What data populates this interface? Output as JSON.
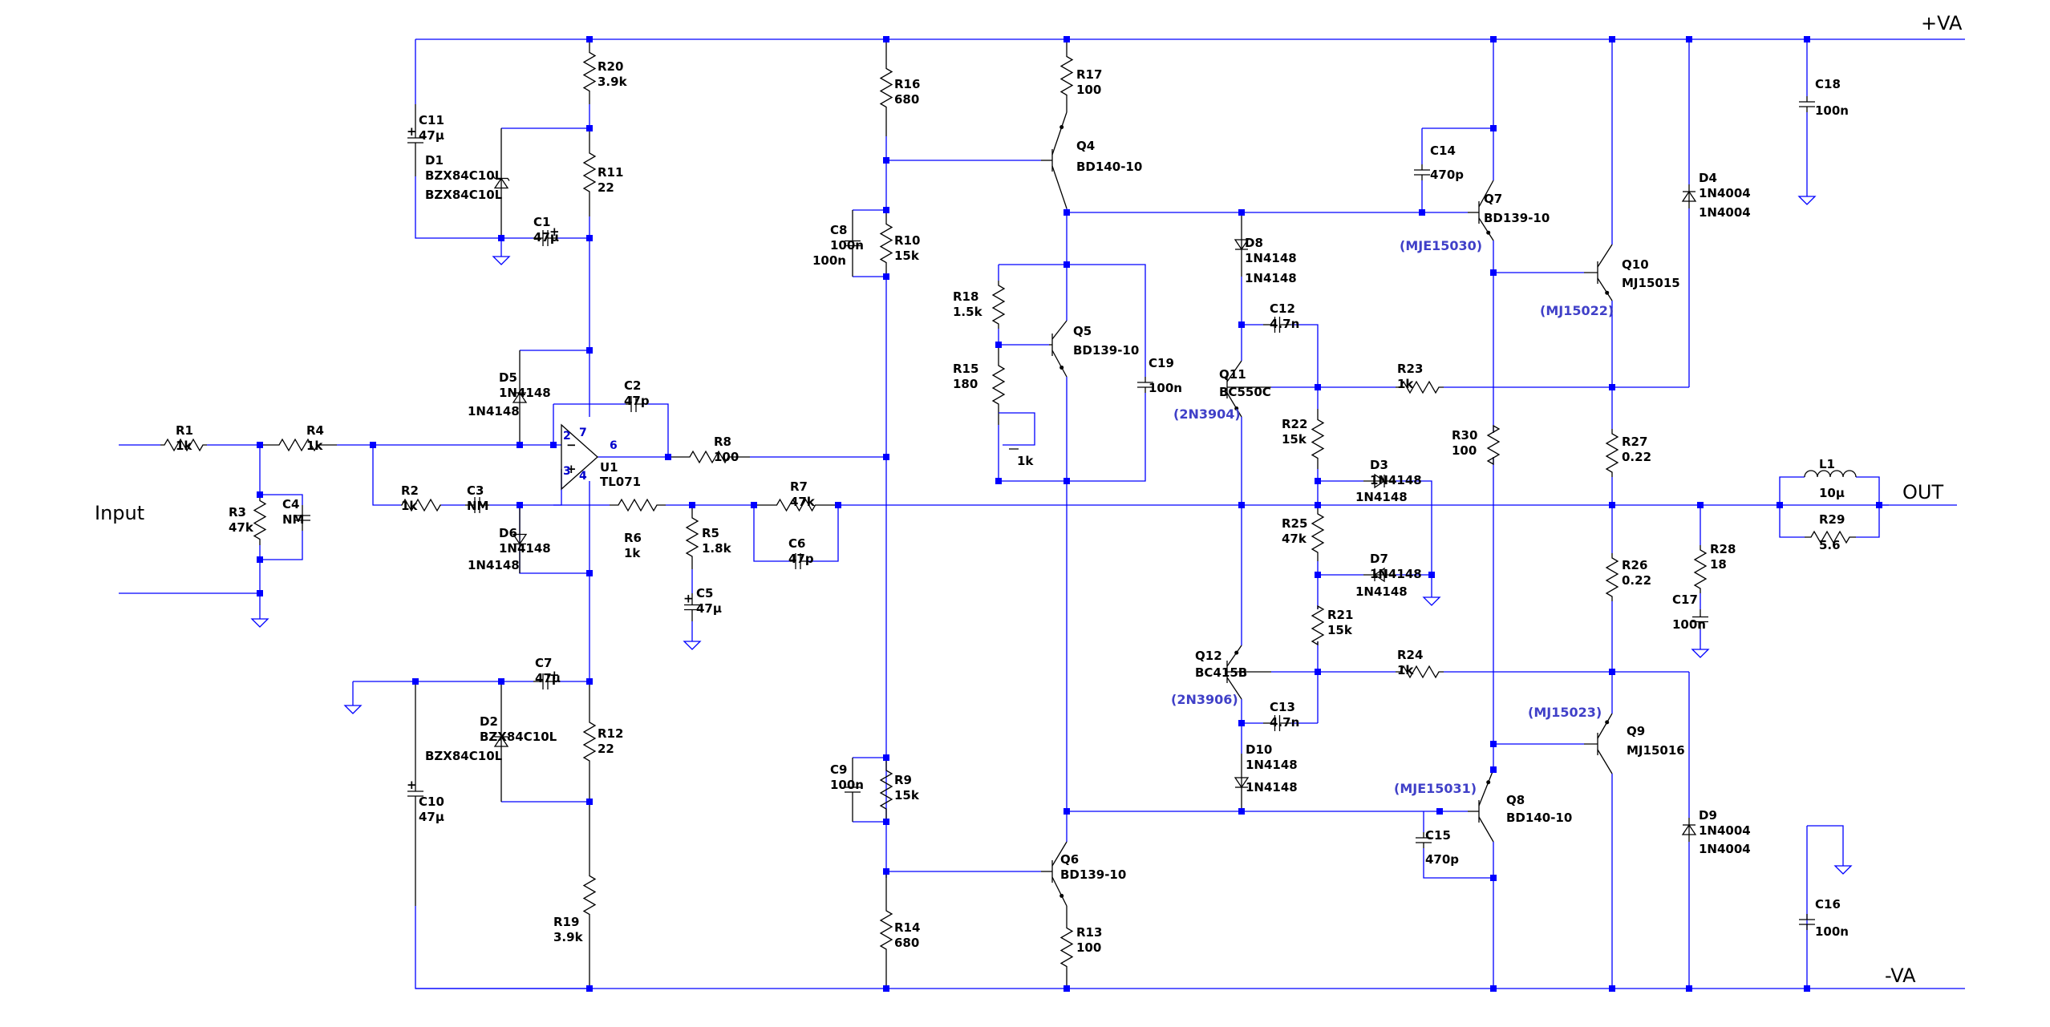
{
  "nets": {
    "vpos": "+VA",
    "vneg": "-VA",
    "input": "Input",
    "output": "OUT"
  },
  "components": [
    {
      "id": "R1",
      "ref": "R1",
      "val": "1k"
    },
    {
      "id": "R4",
      "ref": "R4",
      "val": "1k"
    },
    {
      "id": "R3",
      "ref": "R3",
      "val": "47k"
    },
    {
      "id": "C4",
      "ref": "C4",
      "val": "NM"
    },
    {
      "id": "R2",
      "ref": "R2",
      "val": "1k"
    },
    {
      "id": "C3",
      "ref": "C3",
      "val": "NM"
    },
    {
      "id": "C11",
      "ref": "C11",
      "val": "47µ"
    },
    {
      "id": "D1",
      "ref": "D1",
      "val": "BZX84C10L"
    },
    {
      "id": "C1",
      "ref": "C1",
      "val": "47µ"
    },
    {
      "id": "R20",
      "ref": "R20",
      "val": "3.9k"
    },
    {
      "id": "R11",
      "ref": "R11",
      "val": "22"
    },
    {
      "id": "D5",
      "ref": "D5",
      "val": "1N4148"
    },
    {
      "id": "D6",
      "ref": "D6",
      "val": "1N4148"
    },
    {
      "id": "C2",
      "ref": "C2",
      "val": "47p"
    },
    {
      "id": "U1",
      "ref": "U1",
      "val": "TL071"
    },
    {
      "id": "R8",
      "ref": "R8",
      "val": "100"
    },
    {
      "id": "R6",
      "ref": "R6",
      "val": "1k"
    },
    {
      "id": "R5",
      "ref": "R5",
      "val": "1.8k"
    },
    {
      "id": "C5",
      "ref": "C5",
      "val": "47µ"
    },
    {
      "id": "R7",
      "ref": "R7",
      "val": "47k"
    },
    {
      "id": "C6",
      "ref": "C6",
      "val": "47p"
    },
    {
      "id": "C7",
      "ref": "C7",
      "val": "47µ"
    },
    {
      "id": "D2",
      "ref": "D2",
      "val": "BZX84C10L"
    },
    {
      "id": "R12",
      "ref": "R12",
      "val": "22"
    },
    {
      "id": "C10",
      "ref": "C10",
      "val": "47µ"
    },
    {
      "id": "R19",
      "ref": "R19",
      "val": "3.9k"
    },
    {
      "id": "R16",
      "ref": "R16",
      "val": "680"
    },
    {
      "id": "C8",
      "ref": "C8",
      "val": "100n"
    },
    {
      "id": "R10",
      "ref": "R10",
      "val": "15k"
    },
    {
      "id": "C9",
      "ref": "C9",
      "val": "100n"
    },
    {
      "id": "R9",
      "ref": "R9",
      "val": "15k"
    },
    {
      "id": "R14",
      "ref": "R14",
      "val": "680"
    },
    {
      "id": "R17",
      "ref": "R17",
      "val": "100"
    },
    {
      "id": "Q4",
      "ref": "Q4",
      "val": "BD140-10"
    },
    {
      "id": "R18",
      "ref": "R18",
      "val": "1.5k"
    },
    {
      "id": "R15",
      "ref": "R15",
      "val": "180"
    },
    {
      "id": "POT",
      "ref": "",
      "val": "1k"
    },
    {
      "id": "Q5",
      "ref": "Q5",
      "val": "BD139-10"
    },
    {
      "id": "C19",
      "ref": "C19",
      "val": "100n"
    },
    {
      "id": "Q6",
      "ref": "Q6",
      "val": "BD139-10"
    },
    {
      "id": "R13",
      "ref": "R13",
      "val": "100"
    },
    {
      "id": "D8",
      "ref": "D8",
      "val": "1N4148"
    },
    {
      "id": "C12",
      "ref": "C12",
      "val": "4.7n"
    },
    {
      "id": "Q11",
      "ref": "Q11",
      "val": "BC550C",
      "alt": "(2N3904)"
    },
    {
      "id": "R22",
      "ref": "R22",
      "val": "15k"
    },
    {
      "id": "D3",
      "ref": "D3",
      "val": "1N4148"
    },
    {
      "id": "R25",
      "ref": "R25",
      "val": "47k"
    },
    {
      "id": "D7",
      "ref": "D7",
      "val": "1N4148"
    },
    {
      "id": "R21",
      "ref": "R21",
      "val": "15k"
    },
    {
      "id": "Q12",
      "ref": "Q12",
      "val": "BC415B",
      "alt": "(2N3906)"
    },
    {
      "id": "C13",
      "ref": "C13",
      "val": "4.7n"
    },
    {
      "id": "D10",
      "ref": "D10",
      "val": "1N4148"
    },
    {
      "id": "R23",
      "ref": "R23",
      "val": "1k"
    },
    {
      "id": "R24",
      "ref": "R24",
      "val": "1k"
    },
    {
      "id": "C14",
      "ref": "C14",
      "val": "470p"
    },
    {
      "id": "Q7",
      "ref": "Q7",
      "val": "BD139-10",
      "alt": "(MJE15030)"
    },
    {
      "id": "R30",
      "ref": "R30",
      "val": "100"
    },
    {
      "id": "Q8",
      "ref": "Q8",
      "val": "BD140-10",
      "alt": "(MJE15031)"
    },
    {
      "id": "C15",
      "ref": "C15",
      "val": "470p"
    },
    {
      "id": "Q10",
      "ref": "Q10",
      "val": "MJ15015",
      "alt": "(MJ15022)"
    },
    {
      "id": "Q9",
      "ref": "Q9",
      "val": "MJ15016",
      "alt": "(MJ15023)"
    },
    {
      "id": "R27",
      "ref": "R27",
      "val": "0.22"
    },
    {
      "id": "R26",
      "ref": "R26",
      "val": "0.22"
    },
    {
      "id": "D4",
      "ref": "D4",
      "val": "1N4004"
    },
    {
      "id": "D9",
      "ref": "D9",
      "val": "1N4004"
    },
    {
      "id": "R28",
      "ref": "R28",
      "val": "18"
    },
    {
      "id": "C17",
      "ref": "C17",
      "val": "100n"
    },
    {
      "id": "L1",
      "ref": "L1",
      "val": "10µ"
    },
    {
      "id": "R29",
      "ref": "R29",
      "val": "5.6"
    },
    {
      "id": "C18",
      "ref": "C18",
      "val": "100n"
    },
    {
      "id": "C16",
      "ref": "C16",
      "val": "100n"
    }
  ],
  "opamp_pins": [
    "2",
    "7",
    "3",
    "4",
    "6"
  ],
  "colors": {
    "wire": "#0000ff",
    "symbol": "#000000",
    "alt_label": "#4040c8",
    "pin": "#0000cc"
  }
}
